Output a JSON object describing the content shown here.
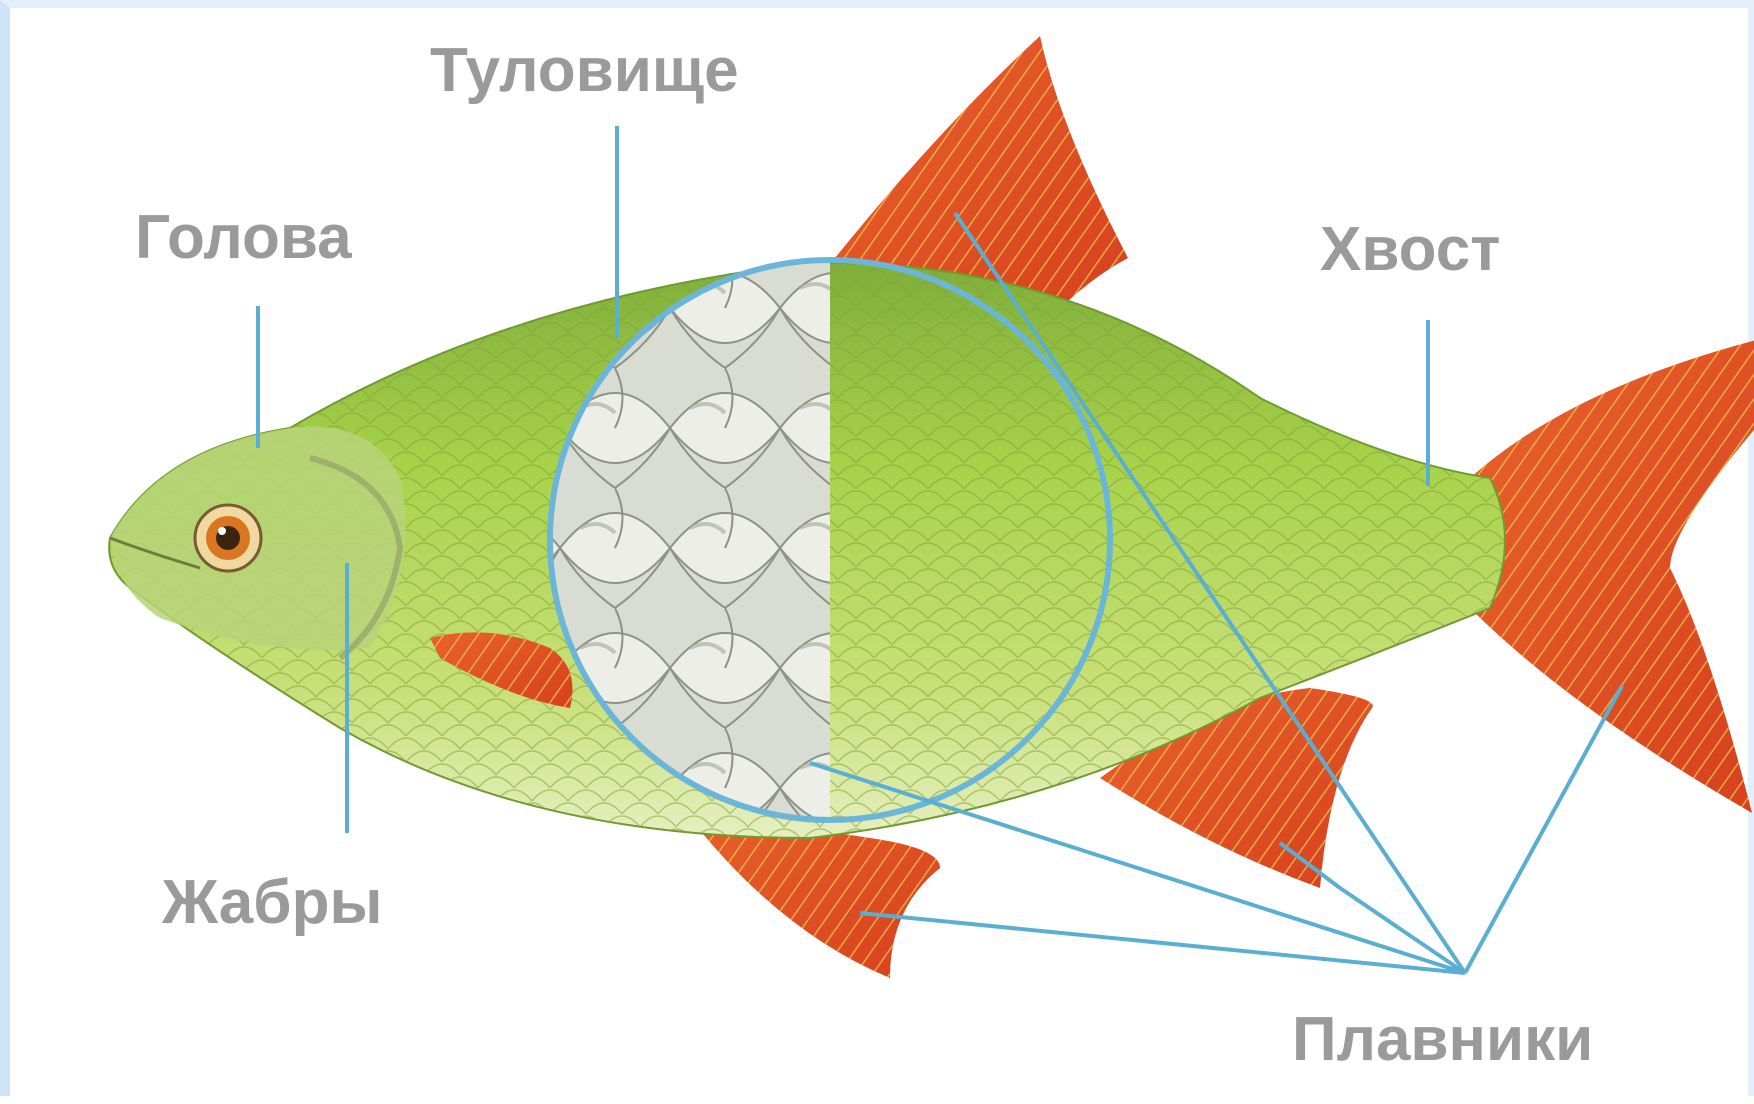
{
  "labels": {
    "head": "Голова",
    "body": "Туловище",
    "tail": "Хвост",
    "gills": "Жабры",
    "fins": "Плавники"
  },
  "colors": {
    "fish_body": "#a8d24a",
    "fish_belly": "#e4efb8",
    "fin": "#e0502a",
    "fin_stripe": "#f2c24a",
    "pointer_line": "#5aaed2",
    "label_text": "#9a9a9a",
    "scale_circle": "#6bb6d8"
  }
}
